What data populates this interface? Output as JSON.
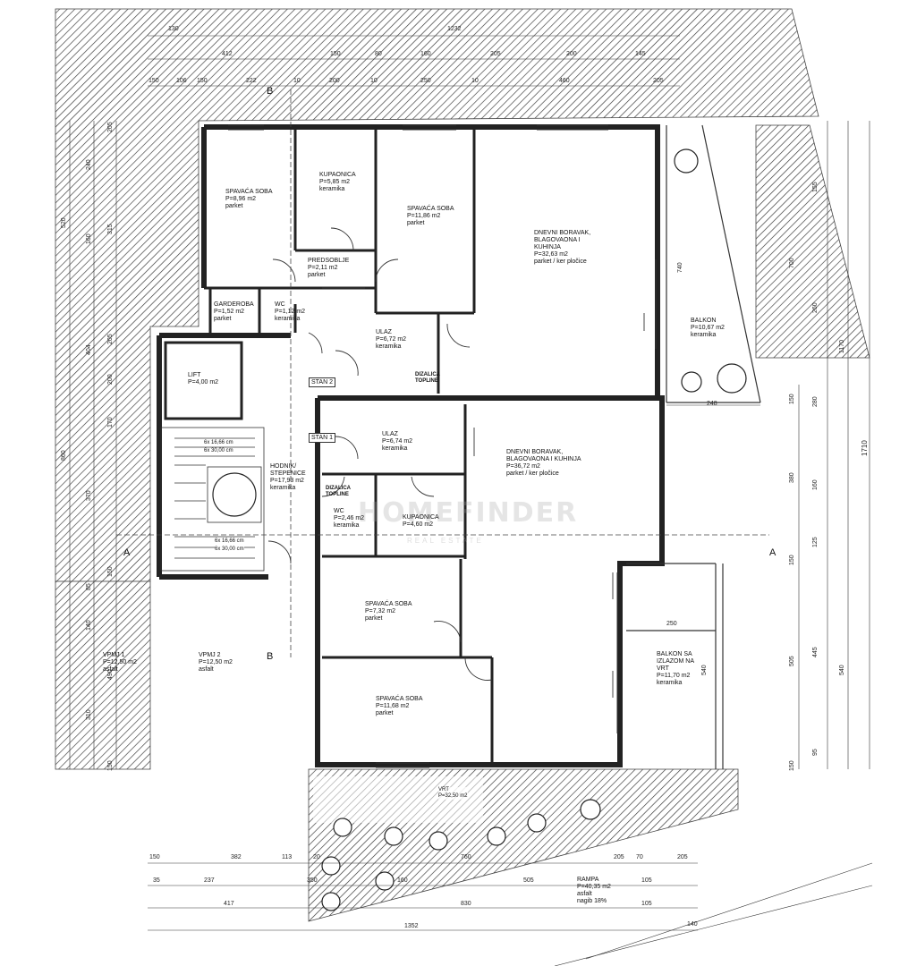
{
  "rooms": [
    {
      "id": "r1",
      "name": "SPAVAĆA SOBA",
      "area": "P=8,96 m2",
      "floor": "parket"
    },
    {
      "id": "r2",
      "name": "KUPAONICA",
      "area": "P=5,85 m2",
      "floor": "keramika"
    },
    {
      "id": "r3",
      "name": "SPAVAĆA SOBA",
      "area": "P=11,86 m2",
      "floor": "parket"
    },
    {
      "id": "r4",
      "name": "DNEVNI BORAVAK, BLAGOVAONA I KUHINJA",
      "area": "P=32,63 m2",
      "floor": "parket / ker pločice"
    },
    {
      "id": "r5",
      "name": "PREDSOBLJE",
      "area": "P=2,11 m2",
      "floor": "parket"
    },
    {
      "id": "r6",
      "name": "GARDEROBA",
      "area": "P=1,52 m2",
      "floor": "parket"
    },
    {
      "id": "r7",
      "name": "WC",
      "area": "P=1,12 m2",
      "floor": "keramika"
    },
    {
      "id": "r8",
      "name": "ULAZ",
      "area": "P=6,72 m2",
      "floor": "keramika"
    },
    {
      "id": "r9",
      "name": "BALKON",
      "area": "P=10,67 m2",
      "floor": "keramika"
    },
    {
      "id": "r10",
      "name": "LIFT",
      "area": "P=4,00 m2",
      "floor": ""
    },
    {
      "id": "r11",
      "name": "ULAZ",
      "area": "P=6,74 m2",
      "floor": "keramika"
    },
    {
      "id": "r12",
      "name": "DNEVNI BORAVAK, BLAGOVAONA I KUHINJA",
      "area": "P=36,72 m2",
      "floor": "parket / ker pločice"
    },
    {
      "id": "r13",
      "name": "HODNIK/ STEPENICE",
      "area": "P=17,93 m2",
      "floor": "keramika"
    },
    {
      "id": "r14",
      "name": "WC",
      "area": "P=2,46 m2",
      "floor": "keramika"
    },
    {
      "id": "r15",
      "name": "KUPAONICA",
      "area": "P=4,60 m2",
      "floor": ""
    },
    {
      "id": "r16",
      "name": "SPAVAĆA SOBA",
      "area": "P=7,32 m2",
      "floor": "parket"
    },
    {
      "id": "r17",
      "name": "SPAVAĆA SOBA",
      "area": "P=11,68 m2",
      "floor": "parket"
    },
    {
      "id": "r18",
      "name": "BALKON SA IZLAZOM NA VRT",
      "area": "P=11,70 m2",
      "floor": "keramika"
    },
    {
      "id": "r19",
      "name": "VPMJ 1",
      "area": "P=12,50 m2",
      "floor": "asfalt"
    },
    {
      "id": "r20",
      "name": "VPMJ 2",
      "area": "P=12,50 m2",
      "floor": "asfalt"
    },
    {
      "id": "r21",
      "name": "RAMPA",
      "area": "P=40,35 m2",
      "floor": "asfalt"
    },
    {
      "id": "r22",
      "name": "VRT",
      "area": "P=32,50 m2",
      "floor": ""
    }
  ],
  "ramp_slope": "nagib 18%",
  "tags": {
    "stan1": "STAN 1",
    "stan2": "STAN 2",
    "dizalica1": "DIZALICA TOPLINE",
    "dizalica2": "DIZALICA TOPLINE"
  },
  "sections": {
    "a": "A",
    "b": "B"
  },
  "stairs": {
    "s1": "6x 16,66 cm",
    "s2": "6x 30,00 cm",
    "s3": "6x 16,66 cm",
    "s4": "6x 30,00 cm"
  },
  "watermark": {
    "main": "HOMEFINDER",
    "sub": "REAL ESTATE"
  },
  "dims_top": [
    "130",
    "1232",
    "412",
    "150",
    "80",
    "160",
    "205",
    "200",
    "145",
    "150",
    "106",
    "150",
    "222",
    "10",
    "200",
    "10",
    "250",
    "10",
    "460",
    "205"
  ],
  "dims_bottom": [
    "150",
    "382",
    "113",
    "20",
    "760",
    "205",
    "70",
    "205",
    "35",
    "237",
    "350",
    "160",
    "505",
    "105",
    "417",
    "830",
    "105",
    "1352",
    "140"
  ],
  "dims_left": [
    "205",
    "240",
    "520",
    "160",
    "315",
    "205",
    "200",
    "404",
    "860",
    "170",
    "370",
    "150",
    "85",
    "140",
    "490",
    "310",
    "150"
  ],
  "dims_right": [
    "740",
    "248",
    "1170",
    "280",
    "1710",
    "380",
    "160",
    "125",
    "150",
    "505",
    "445",
    "540",
    "95",
    "150",
    "250",
    "540",
    "150",
    "700",
    "260",
    "155"
  ]
}
